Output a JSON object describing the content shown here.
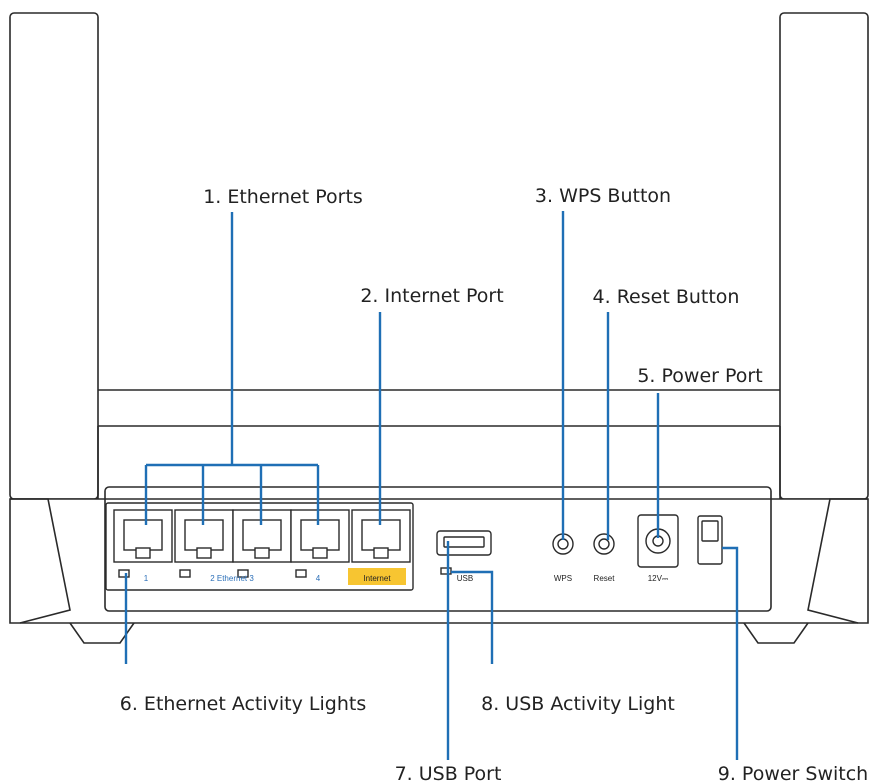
{
  "colors": {
    "leader_line": "#1f6fb5",
    "internet_highlight": "#f7c531",
    "panel_label_blue": "#2b6fb8",
    "outline": "#2a2a2a",
    "antenna_fill": "#ffffff"
  },
  "callouts": [
    {
      "id": "ethernet-ports",
      "label": "1. Ethernet Ports"
    },
    {
      "id": "internet-port",
      "label": "2. Internet Port"
    },
    {
      "id": "wps-button",
      "label": "3. WPS Button"
    },
    {
      "id": "reset-button",
      "label": "4. Reset Button"
    },
    {
      "id": "power-port",
      "label": "5. Power Port"
    },
    {
      "id": "ethernet-activity-lights",
      "label": "6. Ethernet Activity Lights"
    },
    {
      "id": "usb-port",
      "label": "7. USB Port"
    },
    {
      "id": "usb-activity-light",
      "label": "8. USB Activity Light"
    },
    {
      "id": "power-switch",
      "label": "9. Power Switch"
    }
  ],
  "panel_labels": {
    "port_1": "1",
    "port_2_ethernet_3": "2 Ethernet 3",
    "port_4": "4",
    "internet": "Internet",
    "usb": "USB",
    "wps": "WPS",
    "reset": "Reset",
    "power": "12V⎓"
  }
}
